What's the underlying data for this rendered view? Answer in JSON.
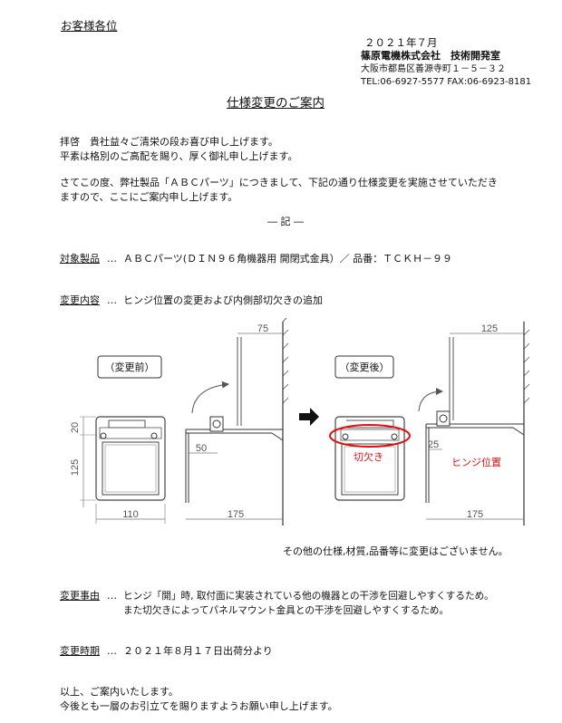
{
  "header": {
    "addressee": "お客様各位",
    "date": "２０２１年７月",
    "company": "篠原電機株式会社　技術開発室",
    "address": "大阪市都島区善源寺町１－５－３２",
    "contact": "TEL:06-6927-5577 FAX:06-6923-8181"
  },
  "title": "仕様変更のご案内",
  "greeting": [
    "拝啓　貴社益々ご清栄の段お喜び申し上げます。",
    "平素は格別のご高配を賜り、厚く御礼申し上げます。"
  ],
  "intro": [
    "さてこの度、弊社製品「ＡＢＣパーツ」につきまして、下記の通り仕様変更を実施させていただき",
    "ますので、ここにご案内申し上げます。"
  ],
  "ki": "― 記 ―",
  "target": {
    "label": "対象製品",
    "sep": "…",
    "value": "ＡＢＣパーツ(ＤＩＮ９６角機器用 開閉式金具）／ 品番：ＴＣＫＨ－９９"
  },
  "change": {
    "label": "変更内容",
    "sep": "…",
    "value": "ヒンジ位置の変更および内側部切欠きの追加"
  },
  "figure": {
    "before_label": "（変更前）",
    "after_label": "（変更後）",
    "notch_label": "切欠き",
    "hinge_label": "ヒンジ位置",
    "dims_before": {
      "top": "75",
      "height_top": "20",
      "height_main": "125",
      "offset": "50",
      "width": "110",
      "depth": "175"
    },
    "dims_after": {
      "top": "125",
      "offset": "25",
      "depth": "175"
    }
  },
  "note": "その他の仕様,材質,品番等に変更はございません。",
  "reason": {
    "label": "変更事由",
    "sep": "…",
    "lines": [
      "ヒンジ「開」時, 取付面に実装されている他の機器との干渉を回避しやすくするため。",
      "また切欠きによってパネルマウント金具との干渉を回避しやすくするため。"
    ]
  },
  "timing": {
    "label": "変更時期",
    "sep": "…",
    "value": "２０２１年８月１７日出荷分より"
  },
  "closing": [
    "以上、ご案内いたします。",
    "今後とも一層のお引立てを賜りますようお願い申し上げます。"
  ],
  "colors": {
    "accent_red": "#e01010",
    "text": "#111111"
  }
}
